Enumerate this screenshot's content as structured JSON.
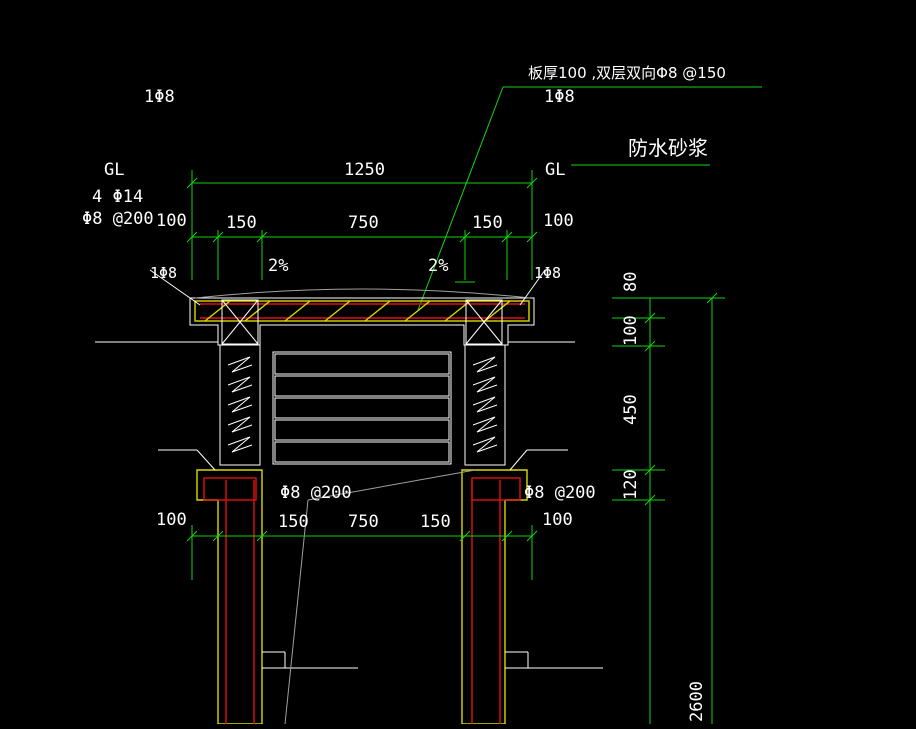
{
  "labels": {
    "rebar_top_left": "1Φ8",
    "rebar_top_right": "1Φ8",
    "slab_note": "板厚100 ,双层双向Φ8 @150",
    "gl_left": "GL",
    "gl_right": "GL",
    "gl_left_bars": "4 Φ14",
    "gl_left_stirrup": "Φ8 @200",
    "waterproof": "防水砂浆",
    "dim_total_top": "1250",
    "dim_top_left_edge": "100",
    "dim_top_left_post": "150",
    "dim_top_middle": "750",
    "dim_top_right_post": "150",
    "dim_top_right_edge": "100",
    "slope_left": "2%",
    "slope_right": "2%",
    "rebar_slab_left": "1Φ8",
    "rebar_slab_right": "1Φ8",
    "stirrup_mid_left": "Φ8 @200",
    "stirrup_mid_right": "Φ8 @200",
    "dim_bot_left_edge": "100",
    "dim_bot_left_post": "150",
    "dim_bot_middle": "750",
    "dim_bot_right_post": "150",
    "dim_bot_right_edge": "100",
    "vdim_80": "80",
    "vdim_100": "100",
    "vdim_450": "450",
    "vdim_120": "120",
    "vdim_2600": "2600"
  },
  "colors": {
    "dimension": "#14d414",
    "outline": "#ffffff",
    "concrete": "#d9d900",
    "rebar": "#e01010",
    "background": "#000000"
  }
}
